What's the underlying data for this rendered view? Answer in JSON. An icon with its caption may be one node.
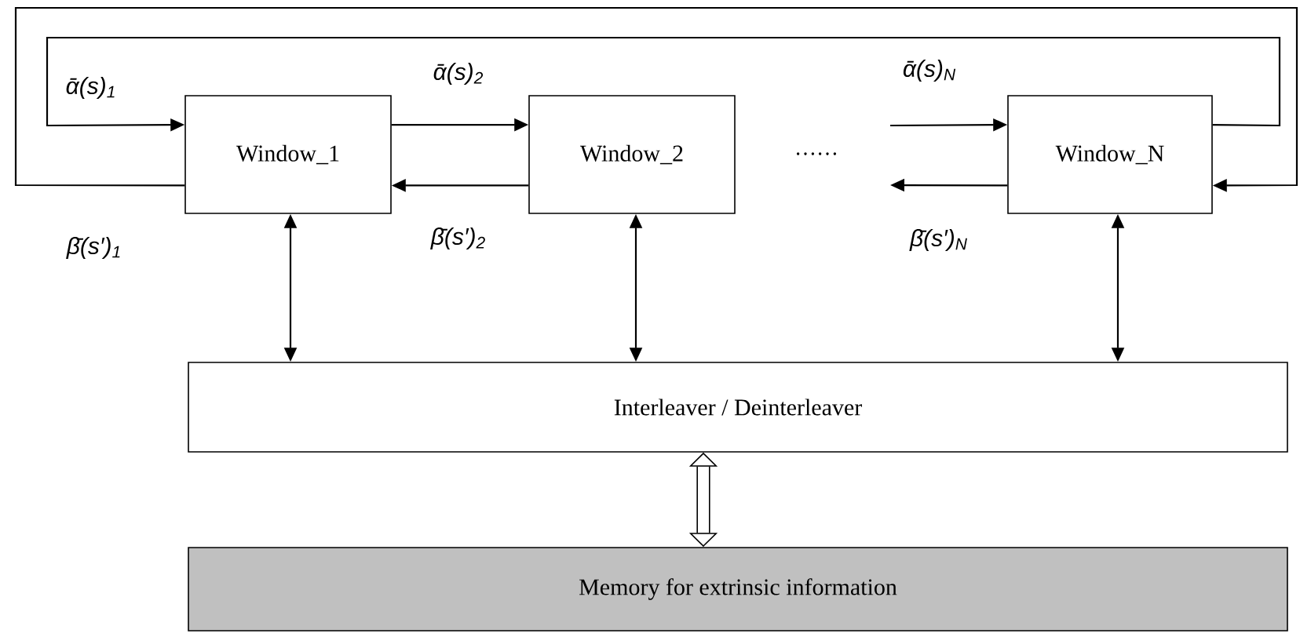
{
  "diagram": {
    "nodes": [
      {
        "text": [
          "Window_1"
        ]
      },
      {
        "text": [
          "Window_2"
        ]
      },
      {
        "text": [
          "Window_N"
        ]
      },
      {
        "text": [
          "Interleaver / Deinterleaver"
        ]
      },
      {
        "text": [
          "Memory for extrinsic information"
        ]
      }
    ],
    "edges": [
      {
        "from": 0,
        "to": 1,
        "arrow": "to",
        "label": "ᾱ(s)$_{2}$"
      },
      {
        "from": 1,
        "to": 0,
        "arrow": "to",
        "label": "β̄(s′)$_{2}$"
      },
      {
        "from": null,
        "to": 2,
        "arrow": "to",
        "label": "ᾱ(s)$_{N}$"
      },
      {
        "from": 2,
        "to": null,
        "arrow": "to",
        "label": "β̄(s′)$_{N}$"
      },
      {
        "from": 2,
        "to": 0,
        "arrow": "to",
        "label": "ᾱ(s)$_{1}$"
      },
      {
        "from": 0,
        "to": 2,
        "arrow": "to",
        "label": "β̄(s′)$_{1}$"
      },
      {
        "from": 0,
        "to": 3,
        "arrow": "both"
      },
      {
        "from": 1,
        "to": 3,
        "arrow": "both"
      },
      {
        "from": 2,
        "to": 3,
        "arrow": "both"
      },
      {
        "from": 3,
        "to": 4,
        "arrow": "both",
        "style": "thick"
      }
    ],
    "labels": [
      "……"
    ]
  }
}
